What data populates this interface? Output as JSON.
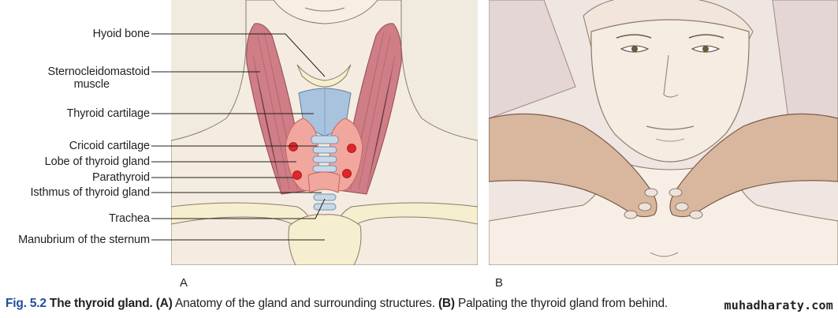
{
  "figure": {
    "fig_number": "Fig. 5.2",
    "title": "The thyroid gland.",
    "part_a_tag": "(A)",
    "part_a_text": "Anatomy of the gland and surrounding structures.",
    "part_b_tag": "(B)",
    "part_b_text": "Palpating the thyroid gland from behind."
  },
  "panel_a": {
    "letter": "A",
    "labels": [
      {
        "id": "hyoid",
        "text": "Hyoid bone"
      },
      {
        "id": "scm",
        "text": "Sternocleidomastoid",
        "line2": "muscle"
      },
      {
        "id": "thyroid-cartilage",
        "text": "Thyroid cartilage"
      },
      {
        "id": "cricoid",
        "text": "Cricoid cartilage"
      },
      {
        "id": "lobe",
        "text": "Lobe of thyroid gland"
      },
      {
        "id": "parathyroid",
        "text": "Parathyroid"
      },
      {
        "id": "isthmus",
        "text": "Isthmus of thyroid gland"
      },
      {
        "id": "trachea",
        "text": "Trachea"
      },
      {
        "id": "manubrium",
        "text": "Manubrium of the sternum"
      }
    ]
  },
  "panel_b": {
    "letter": "B"
  },
  "watermark": "muhadharaty.com",
  "colors": {
    "caption_blue": "#1f4e9b",
    "muscle": "#c9747d",
    "cartilage": "#a9c3df",
    "thyroid": "#f2a79e",
    "parathyroid": "#e0252b",
    "bone": "#f6efcf",
    "skin": "#f4ecdf"
  }
}
